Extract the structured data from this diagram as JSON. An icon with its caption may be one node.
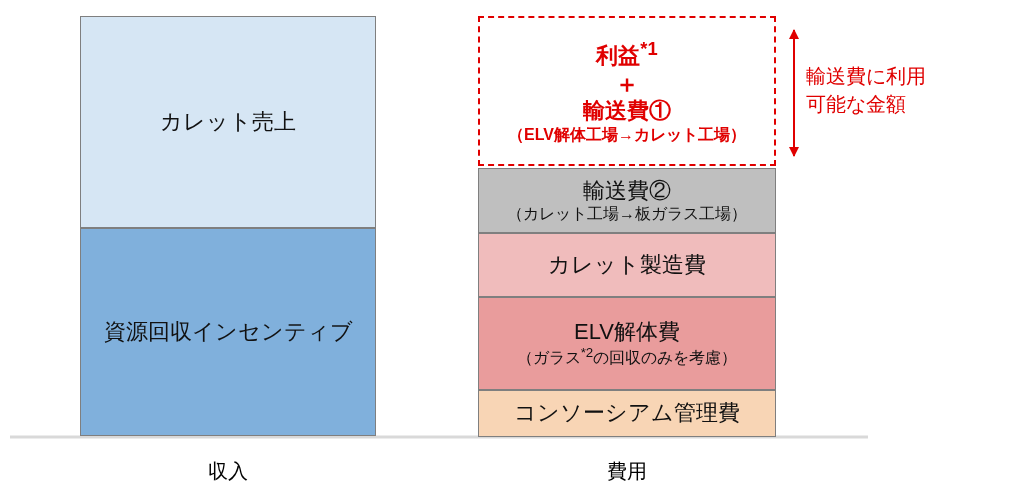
{
  "diagram": {
    "nodes": [
      {
        "text": [
          "カレット売上"
        ]
      },
      {
        "text": [
          "資源回収インセンティブ"
        ]
      },
      {
        "text": [
          "利益$^{*1}$",
          "＋",
          "輸送費①",
          "（ELV解体工場→カレット工場）"
        ]
      },
      {
        "text": [
          "輸送費②",
          "（カレット工場→板ガラス工場）"
        ]
      },
      {
        "text": [
          "カレット製造費"
        ]
      },
      {
        "text": [
          "ELV解体費",
          "（ガラス$^{*2}$の回収のみを考慮）"
        ]
      },
      {
        "text": [
          "コンソーシアム管理費"
        ]
      }
    ],
    "labels": [
      "輸送費に利用可能な金額",
      "収入",
      "費用"
    ]
  }
}
